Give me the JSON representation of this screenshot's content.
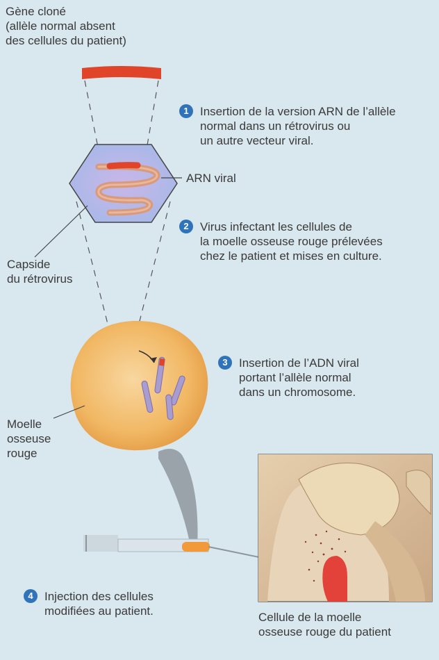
{
  "gene_label": [
    "Gène cloné",
    "(allèle normal absent",
    "des cellules du patient)"
  ],
  "steps": [
    {
      "number": "1",
      "lines": [
        "Insertion de la version ARN de l’allèle",
        "normal dans un rétrovirus ou",
        "un autre vecteur viral."
      ]
    },
    {
      "number": "2",
      "lines": [
        "Virus infectant les cellules de",
        "la moelle osseuse rouge prélevées",
        "chez le patient et mises en culture."
      ]
    },
    {
      "number": "3",
      "lines": [
        "Insertion de l’ADN viral",
        "portant l’allèle normal",
        "dans un chromosome."
      ]
    },
    {
      "number": "4",
      "lines": [
        "Injection des cellules",
        "modifiées au patient."
      ]
    }
  ],
  "arn_viral_label": "ARN viral",
  "capsid_label": [
    "Capside",
    "du rétrovirus"
  ],
  "marrow_label": [
    "Moelle",
    "osseuse",
    "rouge"
  ],
  "patient_cell_label": [
    "Cellule de la moelle",
    "osseuse rouge du patient"
  ],
  "colors": {
    "background": "#d9e7ee",
    "gene": "#e0452a",
    "step_badge": "#2f74b8",
    "cell": "#f2b35e"
  }
}
